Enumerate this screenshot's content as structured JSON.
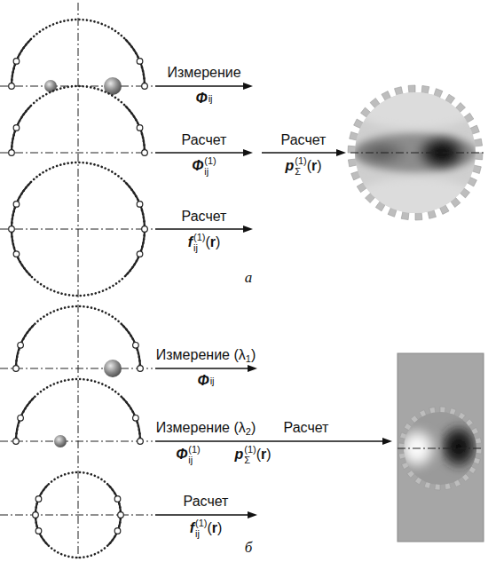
{
  "diagram": {
    "labels": [
      "Измерение",
      "Φij",
      "Расчет",
      "Φij(1)",
      "Расчет",
      "pΣ(1)(r)",
      "Расчет",
      "fij(1)(r)",
      "а",
      "Измерение (λ1)",
      "Φij",
      "Измерение (λ2)",
      "Расчет",
      "Φij(1)",
      "pΣ(1)(r)",
      "Расчет",
      "fij(1)(r)",
      "б"
    ]
  }
}
